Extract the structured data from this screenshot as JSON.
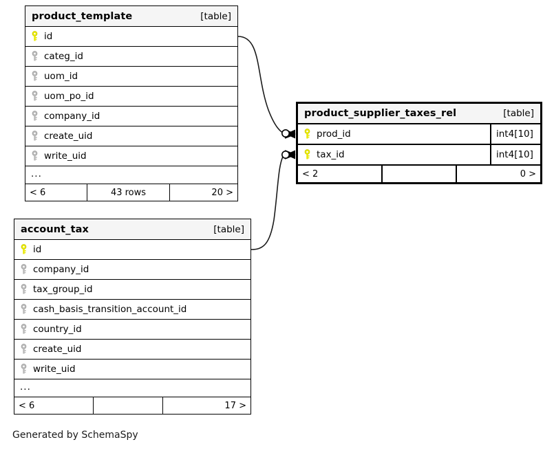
{
  "diagram": {
    "caption": "Generated by SchemaSpy",
    "tag_label": "[table]",
    "key_icon_primary": "primary-key-icon",
    "key_icon_foreign": "foreign-key-icon",
    "colors": {
      "primary_key": "#e8e800",
      "foreign_key": "#b3b3b3",
      "border": "#000000",
      "header_bg": "#f5f5f5",
      "body_bg": "#ffffff"
    }
  },
  "tables": {
    "product_template": {
      "name": "product_template",
      "tag": "[table]",
      "columns": [
        {
          "name": "id",
          "key": "primary",
          "type": ""
        },
        {
          "name": "categ_id",
          "key": "foreign",
          "type": ""
        },
        {
          "name": "uom_id",
          "key": "foreign",
          "type": ""
        },
        {
          "name": "uom_po_id",
          "key": "foreign",
          "type": ""
        },
        {
          "name": "company_id",
          "key": "foreign",
          "type": ""
        },
        {
          "name": "create_uid",
          "key": "foreign",
          "type": ""
        },
        {
          "name": "write_uid",
          "key": "foreign",
          "type": ""
        }
      ],
      "ellipsis": "...",
      "footer": {
        "left": "< 6",
        "middle": "43 rows",
        "right": "20 >"
      }
    },
    "product_supplier_taxes_rel": {
      "name": "product_supplier_taxes_rel",
      "tag": "[table]",
      "columns": [
        {
          "name": "prod_id",
          "key": "primary",
          "type": "int4[10]"
        },
        {
          "name": "tax_id",
          "key": "primary",
          "type": "int4[10]"
        }
      ],
      "footer": {
        "left": "< 2",
        "middle": "",
        "right": "0 >"
      }
    },
    "account_tax": {
      "name": "account_tax",
      "tag": "[table]",
      "columns": [
        {
          "name": "id",
          "key": "primary",
          "type": ""
        },
        {
          "name": "company_id",
          "key": "foreign",
          "type": ""
        },
        {
          "name": "tax_group_id",
          "key": "foreign",
          "type": ""
        },
        {
          "name": "cash_basis_transition_account_id",
          "key": "foreign",
          "type": ""
        },
        {
          "name": "country_id",
          "key": "foreign",
          "type": ""
        },
        {
          "name": "create_uid",
          "key": "foreign",
          "type": ""
        },
        {
          "name": "write_uid",
          "key": "foreign",
          "type": ""
        }
      ],
      "ellipsis": "...",
      "footer": {
        "left": "< 6",
        "middle": "",
        "right": "17 >"
      }
    }
  },
  "relationships": [
    {
      "name": "product-template-to-prod-id",
      "from_table": "product_template",
      "from_column": "id",
      "to_table": "product_supplier_taxes_rel",
      "to_column": "prod_id",
      "cardinality": "zero-or-many"
    },
    {
      "name": "account-tax-to-tax-id",
      "from_table": "account_tax",
      "from_column": "id",
      "to_table": "product_supplier_taxes_rel",
      "to_column": "tax_id",
      "cardinality": "zero-or-many"
    }
  ]
}
